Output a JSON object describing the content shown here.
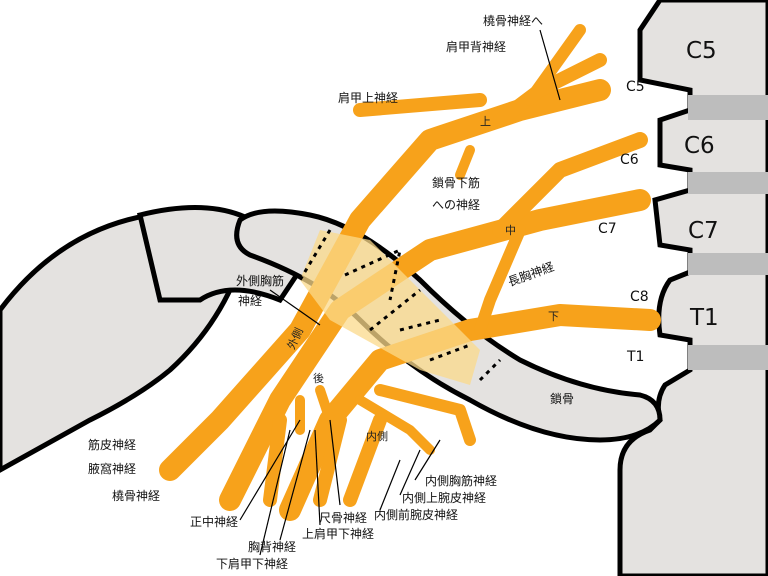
{
  "vertebrae": [
    "C5",
    "C6",
    "C7",
    "T1"
  ],
  "roots": [
    "C5",
    "C6",
    "C7",
    "C8",
    "T1"
  ],
  "trunks": {
    "upper": "上",
    "middle": "中",
    "lower": "下"
  },
  "cords": {
    "lateral": "外側",
    "posterior": "後",
    "medial": "内側"
  },
  "labels": {
    "radial_nerve_to": "橈骨神経へ",
    "dorsal_scapular": "肩甲背神経",
    "suprascapular": "肩甲上神経",
    "subclavius_nerve_line1": "鎖骨下筋",
    "subclavius_nerve_line2": "への神経",
    "long_thoracic": "長胸神経",
    "lateral_pectoral_line1": "外側胸筋",
    "lateral_pectoral_line2": "神経",
    "clavicle": "鎖骨",
    "musculocutaneous": "筋皮神経",
    "axillary": "腋窩神経",
    "radial": "橈骨神経",
    "median": "正中神経",
    "thoracodorsal": "胸背神経",
    "lower_subscapular": "下肩甲下神経",
    "ulnar": "尺骨神経",
    "upper_subscapular": "上肩甲下神経",
    "medial_pectoral": "内側胸筋神経",
    "medial_brachial_cutaneous": "内側上腕皮神経",
    "medial_antebrachial_cutaneous": "内側前腕皮神経"
  },
  "colors": {
    "nerve": "#f7a21b",
    "nerve_light": "#fbd98b",
    "bone": "#e4e2e0",
    "outline": "#000000"
  }
}
